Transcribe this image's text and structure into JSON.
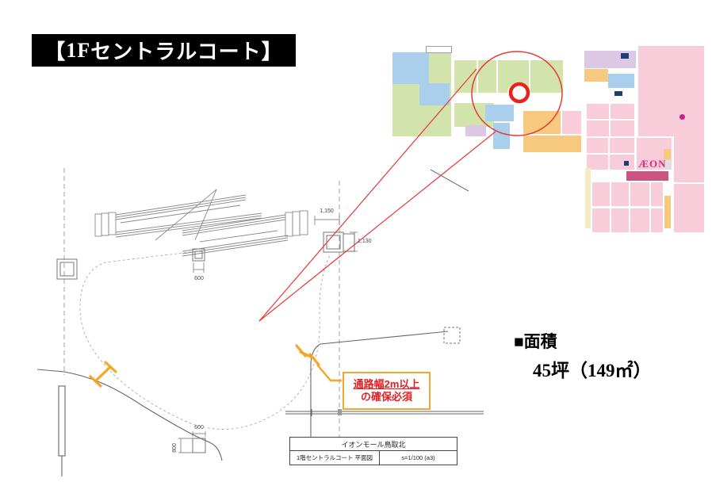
{
  "title": {
    "open": "【",
    "floor": "1F",
    "rest": " セントラルコート】",
    "full": "【1F セントラルコート】"
  },
  "map": {
    "aeon_label": "ÆON",
    "marker": "red-circle-highlight",
    "colors": {
      "green": "#d3e3ac",
      "blue": "#aacfed",
      "pink": "#f8ccd9",
      "orange": "#f6c97e",
      "lavender": "#dcc8e4",
      "dark_pink": "#c9557f",
      "aeon_magenta": "#cf2e7f",
      "highlight_red": "#e53935"
    }
  },
  "plan": {
    "dims": {
      "top_col_w": "1,150",
      "top_col_h": "1,130",
      "mid_col": "600",
      "bottom_col_w": "600",
      "bottom_col_h": "800"
    },
    "note": {
      "line1": "通路幅2m以上",
      "line2": "の確保必須",
      "accent": "#f0a830",
      "text_color": "#e02020"
    },
    "title_block": {
      "project": "イオンモール鳥取北",
      "drawing": "1階セントラルコート 平面図",
      "scale": "s=1/100 (a3)"
    }
  },
  "area": {
    "label": "■面積",
    "value": "45坪（149㎡）"
  }
}
